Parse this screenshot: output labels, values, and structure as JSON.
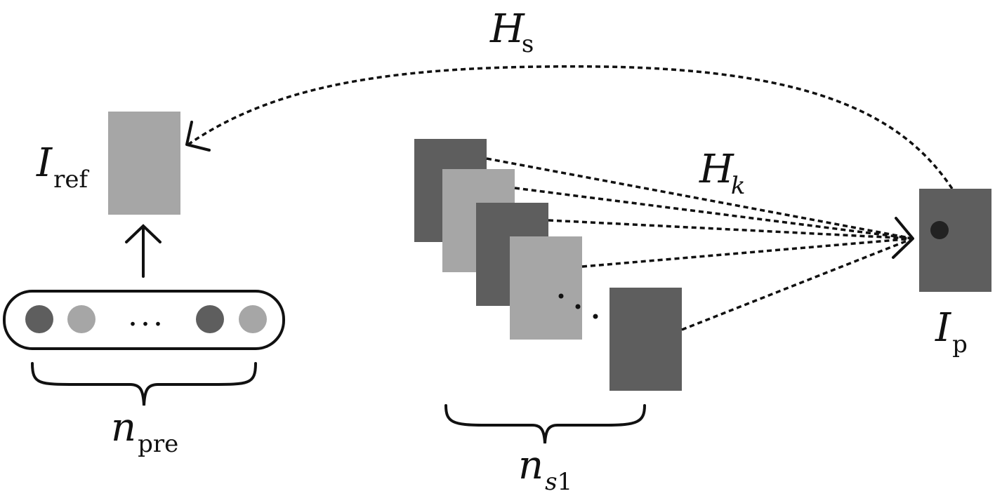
{
  "labels": {
    "hs": {
      "main": "H",
      "sub": "s"
    },
    "hk": {
      "main": "H",
      "sub": "k"
    },
    "iref": {
      "main": "I",
      "sub": "ref"
    },
    "ip": {
      "main": "I",
      "sub": "p"
    },
    "npre": {
      "main": "n",
      "sub": "pre"
    },
    "ns1": {
      "main": "n",
      "sub_italic": "s",
      "sub_rest": "1"
    },
    "ellipsis": "..."
  },
  "colors": {
    "dark": "#5e5e5e",
    "light": "#a6a6a6",
    "stroke": "#111111",
    "point": "#222222"
  }
}
